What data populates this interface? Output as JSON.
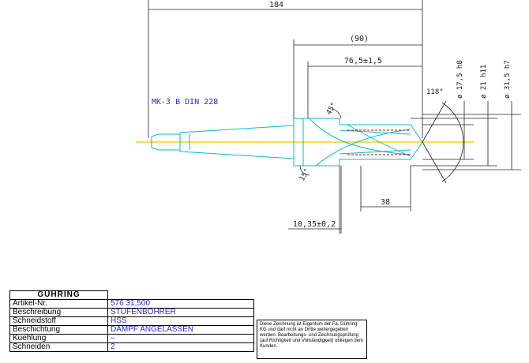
{
  "drawing": {
    "taper_label": "MK-3 B DIN 228",
    "dims": {
      "overall": "184",
      "ref_length": "(90)",
      "flute_length": "76,5±1,5",
      "angle_tip": "118°",
      "angle_45": "45°",
      "angle_15": "15°",
      "step_length": "38",
      "step_offset": "10,35±0,2",
      "dia_step": "ø 17,5 h8",
      "dia_body": "ø 21 h11",
      "dia_max": "ø 31,5 h7"
    }
  },
  "title_block": {
    "logo": "GÜHRING",
    "rows": [
      {
        "label": "Artikel-Nr.",
        "value": "576 31,500"
      },
      {
        "label": "Beschreibung",
        "value": "STUFENBOHRER"
      },
      {
        "label": "Schneidstoff",
        "value": "HSS"
      },
      {
        "label": "Beschichtung",
        "value": "DAMPF ANGELASSEN"
      },
      {
        "label": "Kuehlung",
        "value": "–"
      },
      {
        "label": "Schneiden",
        "value": "2"
      }
    ]
  },
  "note": "Diese Zeichnung ist Eigentum der Fa. Gühring KG und darf nicht an Dritte weitergegeben werden. Bearbeitungs- und Zeichnungsprüfung (auf Richtigkeit und Vollständigkeit) obliegen dem Kunden.",
  "colors": {
    "outline": "#00bfc8",
    "center_line": "#ffd000",
    "dim_line": "#222222",
    "hidden_red": "#d00000",
    "label_blue": "#2a2ad8"
  }
}
